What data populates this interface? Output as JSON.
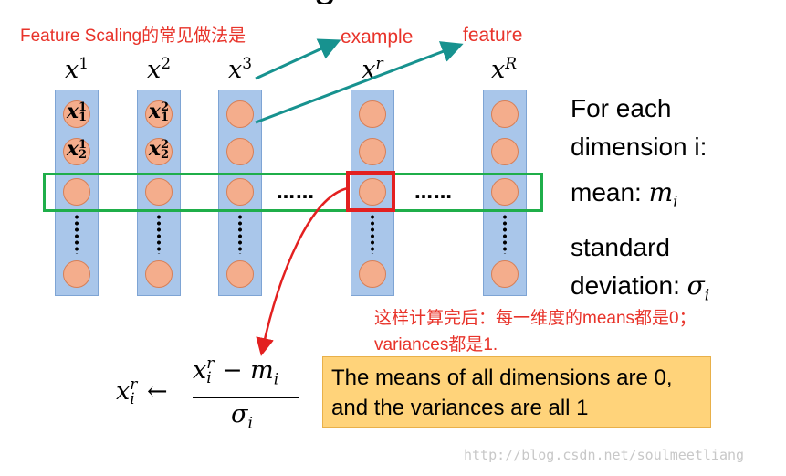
{
  "annotation_title": "Feature Scaling的常见做法是",
  "callout_example": "example",
  "callout_feature": "feature",
  "columns": [
    {
      "base": "x",
      "sup": "1"
    },
    {
      "base": "x",
      "sup": "2"
    },
    {
      "base": "x",
      "sup": "3"
    },
    {
      "base": "x",
      "sup": "r"
    },
    {
      "base": "x",
      "sup": "R"
    }
  ],
  "elements": [
    {
      "base": "x",
      "sub": "1",
      "sup": "1"
    },
    {
      "base": "x",
      "sub": "2",
      "sup": "1"
    },
    {
      "base": "x",
      "sub": "1",
      "sup": "2"
    },
    {
      "base": "x",
      "sub": "2",
      "sup": "2"
    }
  ],
  "ellipsis": "……",
  "side_text": {
    "line1": "For each",
    "line2": "dimension i:",
    "mean_label": "mean: ",
    "mean_symbol": "m",
    "mean_sub": "i",
    "std_line1": "standard",
    "std_line2": "deviation: ",
    "std_symbol": "σ",
    "std_sub": "i"
  },
  "chinese_note": {
    "line1": "这样计算完后：每一维度的means都是0；",
    "line2": "variances都是1."
  },
  "formula": {
    "lhs_base": "x",
    "lhs_sup": "r",
    "lhs_sub": "i",
    "arrow": "←",
    "num_base": "x",
    "num_sup": "r",
    "num_sub": "i",
    "minus": " − ",
    "num_m": "m",
    "num_m_sub": "i",
    "den": "σ",
    "den_sub": "i"
  },
  "result_box": {
    "line1": "The means of all dimensions are 0,",
    "line2": "and the variances are all 1"
  },
  "watermark": "http://blog.csdn.net/soulmeetliang",
  "colors": {
    "column_fill": "#a9c6ea",
    "node_fill": "#f4ad8c",
    "highlight_row": "#1fae4a",
    "highlight_cell": "#e32020",
    "callout_arrow": "#17928f",
    "note_text": "#e8332a",
    "result_box_fill": "#ffd37a"
  }
}
